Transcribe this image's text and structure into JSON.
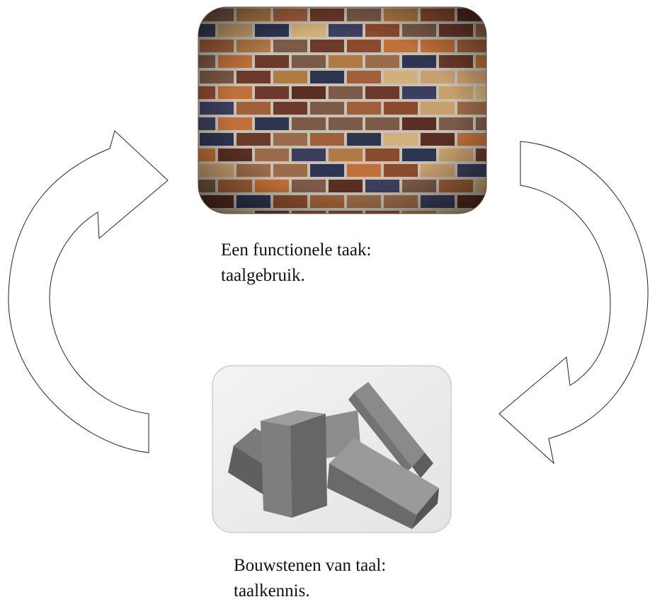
{
  "captions": {
    "top": {
      "line1": "Een functionele taak:",
      "line2": "taalgebruik."
    },
    "bottom": {
      "line1": "Bouwstenen van taal:",
      "line2": "taalkennis."
    }
  },
  "images": {
    "top": "brick-wall-photo",
    "bottom": "loose-bricks-photo"
  },
  "arrows": [
    "cycle-arrow-left-up",
    "cycle-arrow-right-down"
  ]
}
